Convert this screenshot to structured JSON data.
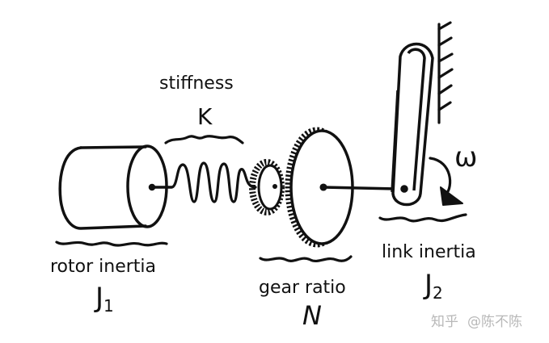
{
  "labels": {
    "stiffness": "stiffness",
    "stiffness_symbol": "K",
    "rotor_inertia": "rotor inertia",
    "rotor_symbol": "J",
    "rotor_subscript": "1",
    "gear_ratio": "gear ratio",
    "gear_symbol": "N",
    "link_inertia": "link inertia",
    "link_symbol": "J",
    "link_subscript": "2",
    "angular_velocity": "ω"
  },
  "watermark": {
    "platform": "知乎",
    "author": "@陈不陈"
  },
  "colors": {
    "ink": "#111111",
    "background": "#ffffff",
    "watermark": "#b8b8b8"
  }
}
